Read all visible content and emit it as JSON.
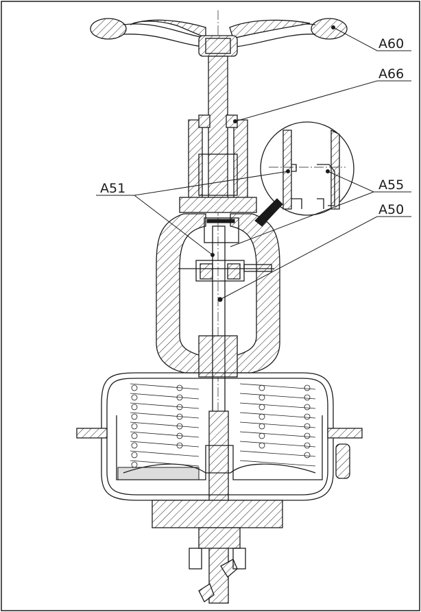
{
  "drawing": {
    "callouts": [
      {
        "id": "a60",
        "text": "A60"
      },
      {
        "id": "a66",
        "text": "A66"
      },
      {
        "id": "a51",
        "text": "A51"
      },
      {
        "id": "a55",
        "text": "A55"
      },
      {
        "id": "a50",
        "text": "A50"
      }
    ]
  },
  "colors": {
    "ink": "#1a1a1a",
    "background": "#ffffff"
  }
}
